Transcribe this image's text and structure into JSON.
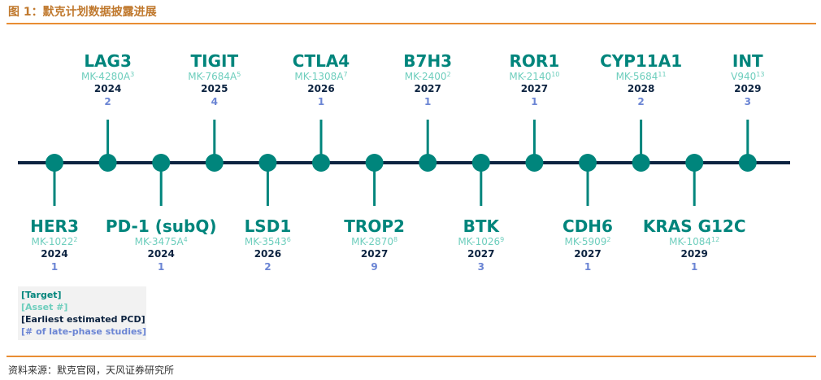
{
  "header": {
    "title": "图 1：默克计划数据披露进展"
  },
  "footer": {
    "source": "资料来源：默克官网，天风证券研究所"
  },
  "legend": {
    "target": "[Target]",
    "asset": "[Asset #]",
    "pcd": "[Earliest estimated PCD]",
    "studies": "[# of late-phase studies]"
  },
  "colors": {
    "target": "#00857c",
    "asset": "#6ecebd",
    "year": "#0c2340",
    "count": "#6b85d4",
    "axis": "#0c2340",
    "node": "#00857c",
    "accent": "#e98d33"
  },
  "milestones": [
    {
      "target": "HER3",
      "asset": "MK-1022",
      "ref": "2",
      "year": "2024",
      "studies": "1",
      "side": "below"
    },
    {
      "target": "LAG3",
      "asset": "MK-4280A",
      "ref": "3",
      "year": "2024",
      "studies": "2",
      "side": "above"
    },
    {
      "target": "PD-1 (subQ)",
      "asset": "MK-3475A",
      "ref": "4",
      "year": "2024",
      "studies": "1",
      "side": "below"
    },
    {
      "target": "TIGIT",
      "asset": "MK-7684A",
      "ref": "5",
      "year": "2025",
      "studies": "4",
      "side": "above"
    },
    {
      "target": "LSD1",
      "asset": "MK-3543",
      "ref": "6",
      "year": "2026",
      "studies": "2",
      "side": "below"
    },
    {
      "target": "CTLA4",
      "asset": "MK-1308A",
      "ref": "7",
      "year": "2026",
      "studies": "1",
      "side": "above"
    },
    {
      "target": "TROP2",
      "asset": "MK-2870",
      "ref": "8",
      "year": "2027",
      "studies": "9",
      "side": "below"
    },
    {
      "target": "B7H3",
      "asset": "MK-2400",
      "ref": "2",
      "year": "2027",
      "studies": "1",
      "side": "above"
    },
    {
      "target": "BTK",
      "asset": "MK-1026",
      "ref": "9",
      "year": "2027",
      "studies": "3",
      "side": "below"
    },
    {
      "target": "ROR1",
      "asset": "MK-2140",
      "ref": "10",
      "year": "2027",
      "studies": "1",
      "side": "above"
    },
    {
      "target": "CDH6",
      "asset": "MK-5909",
      "ref": "2",
      "year": "2027",
      "studies": "1",
      "side": "below"
    },
    {
      "target": "CYP11A1",
      "asset": "MK-5684",
      "ref": "11",
      "year": "2028",
      "studies": "2",
      "side": "above"
    },
    {
      "target": "KRAS G12C",
      "asset": "MK-1084",
      "ref": "12",
      "year": "2029",
      "studies": "1",
      "side": "below"
    },
    {
      "target": "INT",
      "asset": "V940",
      "ref": "13",
      "year": "2029",
      "studies": "3",
      "side": "above"
    }
  ]
}
